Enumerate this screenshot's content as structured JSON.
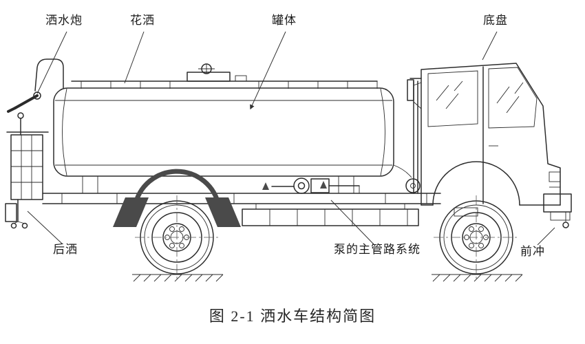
{
  "figure": {
    "caption": "图 2-1 洒水车结构简图",
    "labels": {
      "water_cannon": "洒水炮",
      "shower_sprinkler": "花洒",
      "tank": "罐体",
      "chassis": "底盘",
      "rear_spray": "后洒",
      "pump_main_pipeline": "泵的主管路系统",
      "front_flush": "前冲"
    },
    "colors": {
      "line": "#2b2b2b",
      "text": "#1b1b1b",
      "background": "#ffffff"
    }
  }
}
